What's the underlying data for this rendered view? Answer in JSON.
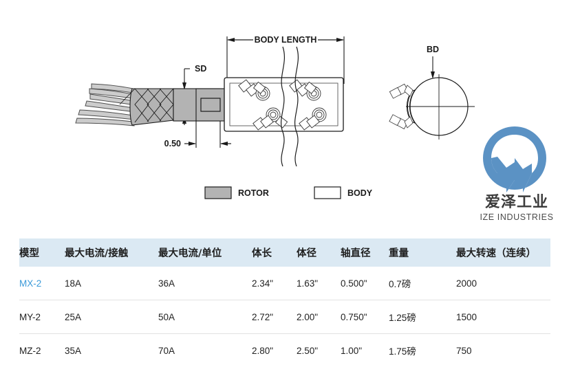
{
  "drawing": {
    "labels": {
      "body_length": "BODY LENGTH",
      "sd": "SD",
      "dim_050": "0.50",
      "bd": "BD"
    },
    "legend": [
      {
        "key": "rotor",
        "label": "ROTOR",
        "swatch_color": "#b3b3b3"
      },
      {
        "key": "body",
        "label": "BODY",
        "swatch_color": "#ffffff"
      }
    ],
    "line_color": "#1a1a1a",
    "rotor_fill": "#b3b3b3",
    "body_fill": "#ffffff"
  },
  "watermark": {
    "mark_color": "#5b92c4",
    "cn_text": "爱泽工业",
    "en_text": "IZE INDUSTRIES"
  },
  "table": {
    "header_bg": "#dbe9f3",
    "link_color": "#3a9ad9",
    "columns": [
      "模型",
      "最大电流/接触",
      "最大电流/单位",
      "体长",
      "体径",
      "轴直径",
      "重量",
      "最大转速（连续）"
    ],
    "rows": [
      {
        "model": "MX-2",
        "max_current_contact": "18A",
        "max_current_unit": "36A",
        "body_length": "2.34\"",
        "body_diameter": "1.63\"",
        "shaft_diameter": "0.500\"",
        "weight": "0.7磅",
        "max_rpm": "2000",
        "model_is_link": true
      },
      {
        "model": "MY-2",
        "max_current_contact": "25A",
        "max_current_unit": "50A",
        "body_length": "2.72\"",
        "body_diameter": "2.00\"",
        "shaft_diameter": "0.750\"",
        "weight": "1.25磅",
        "max_rpm": "1500",
        "model_is_link": false
      },
      {
        "model": "MZ-2",
        "max_current_contact": "35A",
        "max_current_unit": "70A",
        "body_length": "2.80\"",
        "body_diameter": "2.50\"",
        "shaft_diameter": "1.00\"",
        "weight": "1.75磅",
        "max_rpm": "750",
        "model_is_link": false
      }
    ]
  }
}
